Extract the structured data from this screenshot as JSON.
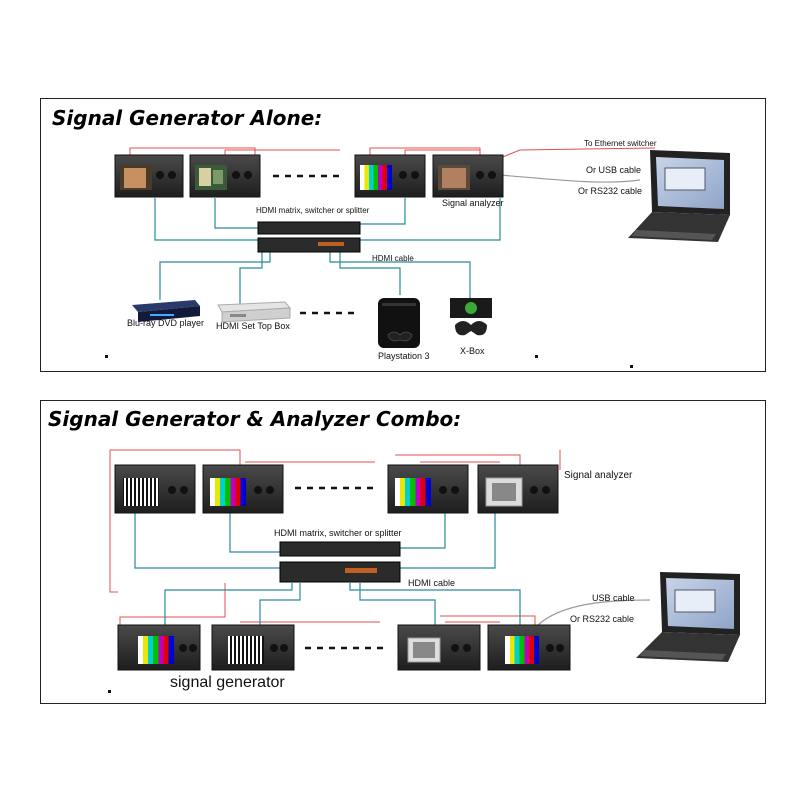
{
  "panel1": {
    "title": "Signal Generator Alone:",
    "labels": {
      "ethernet": "To Ethernet switcher",
      "usb": "Or USB cable",
      "rs232": "Or RS232 cable",
      "analyzer": "Signal analyzer",
      "matrix": "HDMI matrix, switcher or splitter",
      "hdmi_cable": "HDMI cable",
      "bluray": "Blu-ray DVD player",
      "stb": "HDMI Set Top Box",
      "ps3": "Playstation 3",
      "xbox": "X-Box"
    }
  },
  "panel2": {
    "title": "Signal Generator & Analyzer Combo:",
    "labels": {
      "analyzer": "Signal analyzer",
      "matrix": "HDMI matrix, switcher or splitter",
      "hdmi_cable": "HDMI cable",
      "usb": "USB cable",
      "rs232": "Or RS232 cable",
      "generator": "signal generator"
    }
  },
  "colors": {
    "cable_teal": "#2a8a9a",
    "cable_red": "#e05050",
    "device_dark": "#2b2b2b"
  }
}
